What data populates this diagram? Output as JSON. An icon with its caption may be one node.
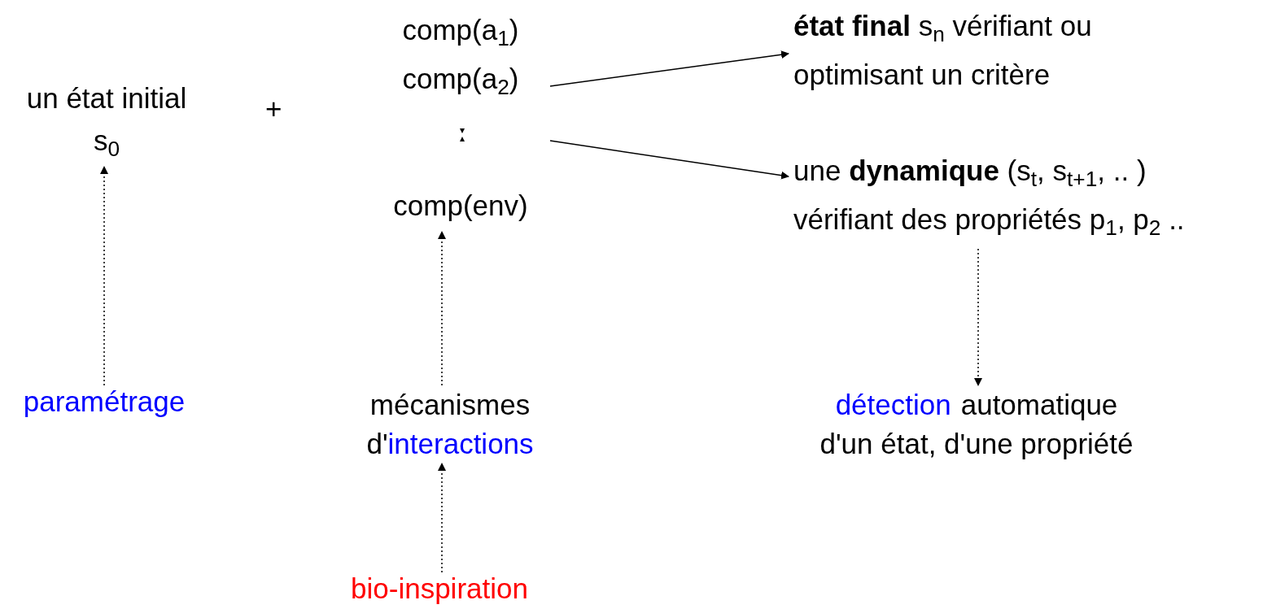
{
  "diagram": {
    "nodes": [
      {
        "text": [
          "un état initial s$_{0}$"
        ]
      },
      {
        "text": [
          "comp(a$_{1}$)",
          "comp(a$_{2}$)",
          "comp(env)"
        ]
      },
      {
        "text": [
          "**état final** s$_{n}$ vérifiant ou optimisant un critère"
        ]
      },
      {
        "text": [
          "une **dynamique** (s$_{t}$, s$_{t+1}$, .. ) vérifiant des propriétés p$_{1}$, p$_{2}$ .."
        ]
      },
      {
        "text": [
          "paramétrage"
        ]
      },
      {
        "text": [
          "mécanismes",
          "d'",
          "interactions"
        ]
      },
      {
        "text": [
          "bio-inspiration"
        ]
      },
      {
        "text": [
          "détection",
          "automatique d'un état, d'une propriété"
        ]
      }
    ],
    "edges": [
      {
        "from": 4,
        "to": 0,
        "arrow": "to",
        "style": "dashed"
      },
      {
        "from": 5,
        "to": 1,
        "arrow": "to",
        "style": "dashed"
      },
      {
        "from": 6,
        "to": 5,
        "arrow": "to",
        "style": "dashed"
      },
      {
        "from": 1,
        "to": 2,
        "arrow": "to"
      },
      {
        "from": 1,
        "to": 3,
        "arrow": "to"
      },
      {
        "from": 3,
        "to": 7,
        "arrow": "to",
        "style": "dashed"
      }
    ],
    "labels": [
      "+"
    ]
  }
}
